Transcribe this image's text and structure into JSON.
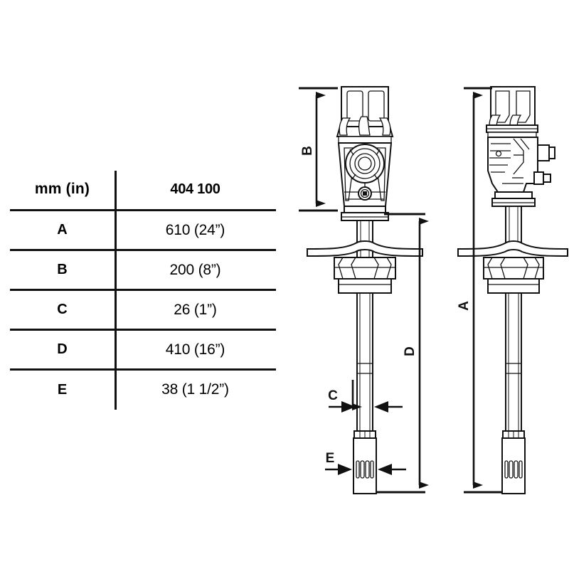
{
  "table": {
    "header": {
      "unit_label": "mm (in)",
      "model": "404 100"
    },
    "rows": [
      {
        "key": "A",
        "value": "610 (24”)"
      },
      {
        "key": "B",
        "value": "200 (8”)"
      },
      {
        "key": "C",
        "value": "26 (1”)"
      },
      {
        "key": "D",
        "value": "410 (16”)"
      },
      {
        "key": "E",
        "value": "38 (1 1/2”)"
      }
    ]
  },
  "drawing": {
    "left_view_name": "pump-front-view",
    "right_view_name": "pump-side-view",
    "dimension_labels": {
      "A": "A",
      "B": "B",
      "C": "C",
      "D": "D",
      "E": "E"
    }
  },
  "colors": {
    "line": "#111111",
    "background": "#ffffff"
  }
}
